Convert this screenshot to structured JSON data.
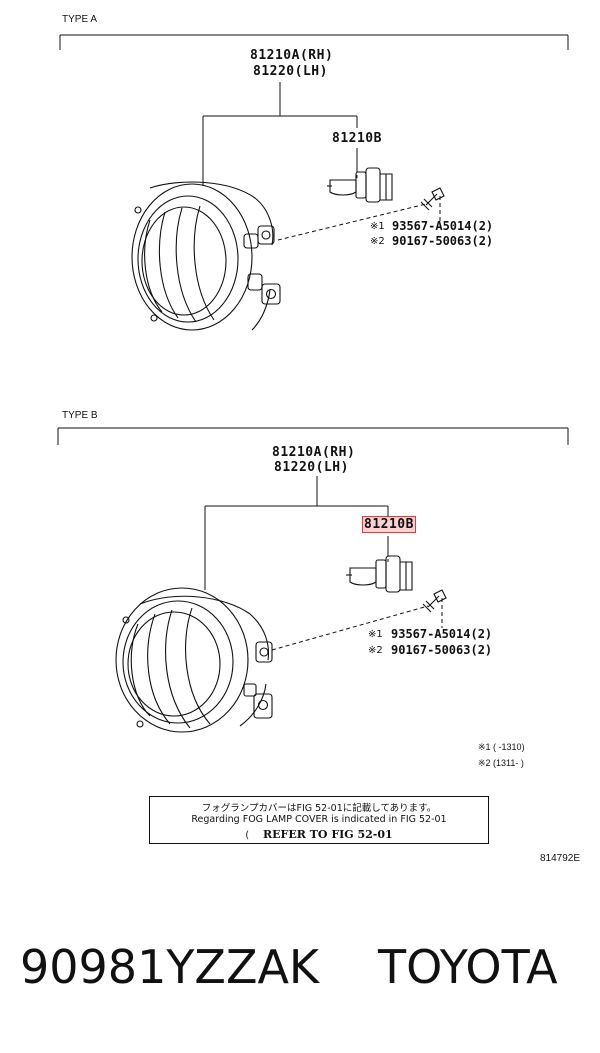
{
  "type_a": {
    "label": "TYPE A",
    "assembly_rh": "81210A(RH)",
    "assembly_lh": "81220(LH)",
    "bulb": "81210B",
    "screw_1_mark": "※1",
    "screw_1_part": "93567-A5014(2)",
    "screw_2_mark": "※2",
    "screw_2_part": "90167-50063(2)"
  },
  "type_b": {
    "label": "TYPE B",
    "assembly_rh": "81210A(RH)",
    "assembly_lh": "81220(LH)",
    "bulb": "81210B",
    "screw_1_mark": "※1",
    "screw_1_part": "93567-A5014(2)",
    "screw_2_mark": "※2",
    "screw_2_part": "90167-50063(2)"
  },
  "date_notes": {
    "note_1": "※1 (     -1310)",
    "note_2": "※2 (1311-      )"
  },
  "notice": {
    "line_jp": "フォグランプカバーはFIG 52-01に記載してあります。",
    "line_en": "Regarding FOG LAMP COVER is indicated in FIG 52-01",
    "line_ref_prefix": "(",
    "line_ref": "REFER TO FIG 52-01"
  },
  "diagram_id": "814792E",
  "caption": {
    "part_number": "90981YZZAK",
    "make": "TOYOTA"
  },
  "colors": {
    "line": "#111111",
    "highlight_border": "#e0393e",
    "highlight_fill": "#f07878"
  }
}
